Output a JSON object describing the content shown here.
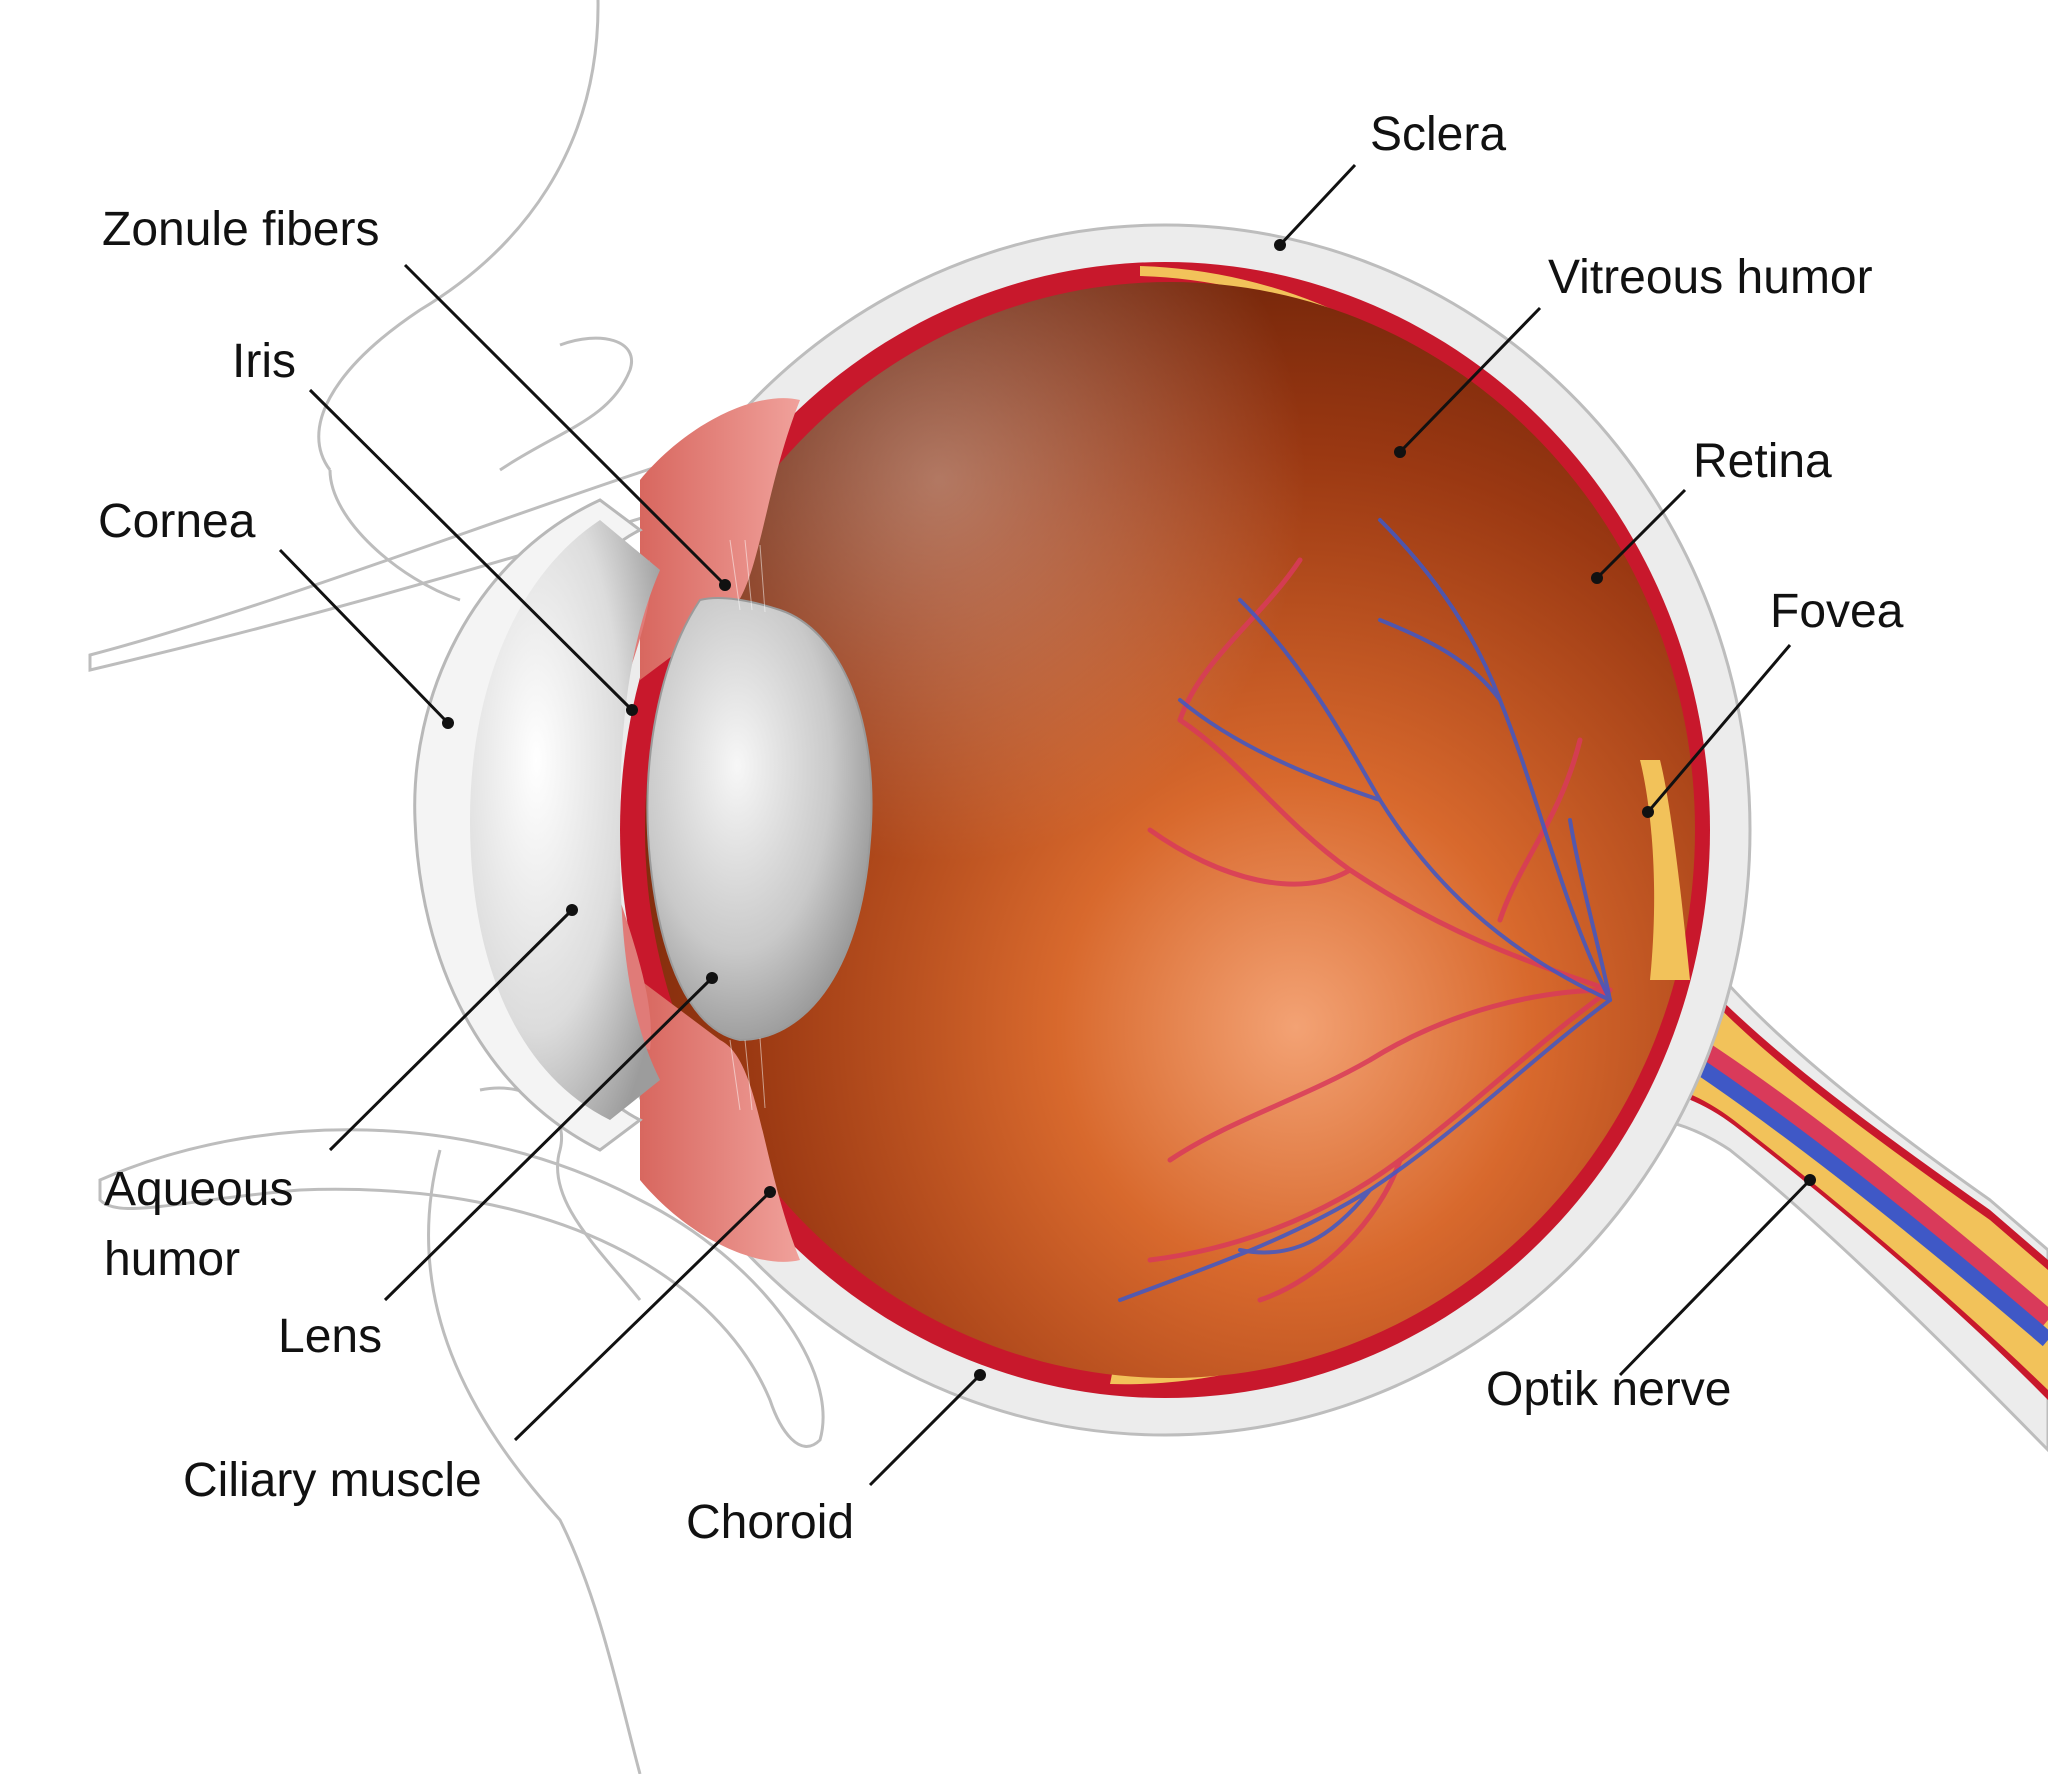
{
  "labels": {
    "sclera": "Sclera",
    "zonule_fibers": "Zonule fibers",
    "vitreous_humor": "Vitreous humor",
    "iris": "Iris",
    "retina": "Retina",
    "cornea": "Cornea",
    "fovea": "Fovea",
    "aqueous_line1": "Aqueous",
    "aqueous_line2": "humor",
    "lens": "Lens",
    "optic_nerve": "Optik nerve",
    "ciliary_muscle": "Ciliary muscle",
    "choroid": "Choroid"
  },
  "colors": {
    "sclera": "#ececec",
    "choroid": "#c8182c",
    "retina": "#f2c25a",
    "vitreous": "#a8431a",
    "lens": "#cfcfcf",
    "ciliary": "#e07b78",
    "artery": "#d93a5a",
    "vein": "#3f58c6"
  }
}
